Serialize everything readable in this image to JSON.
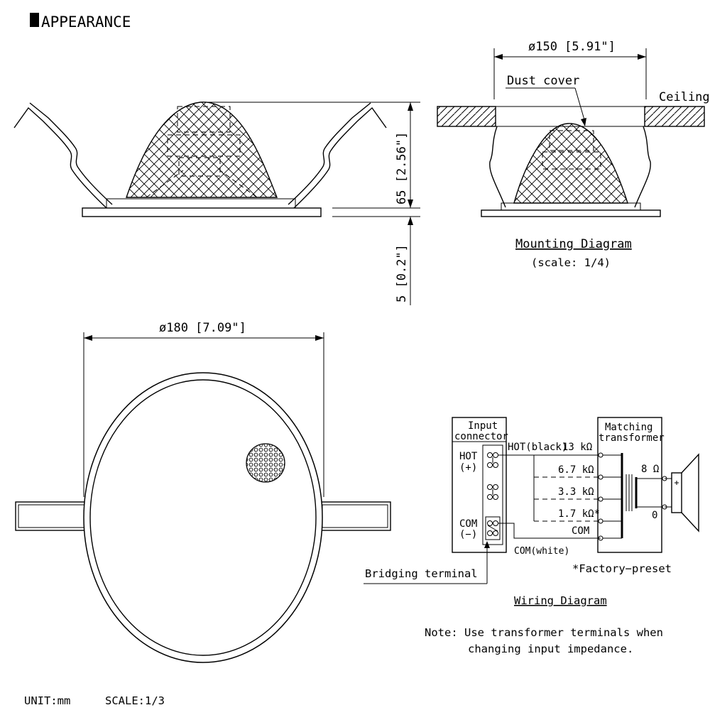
{
  "header": {
    "title": "APPEARANCE"
  },
  "side_view": {
    "height_label": "65 [2.56\"]",
    "flange_label": "5 [0.2\"]"
  },
  "mounting": {
    "width_label": "ø150 [5.91\"]",
    "dust_cover": "Dust cover",
    "ceiling": "Ceiling",
    "caption": "Mounting Diagram",
    "scale": "(scale: 1/4)"
  },
  "front_view": {
    "width_label": "ø180 [7.09\"]"
  },
  "wiring": {
    "input_connector_1": "Input",
    "input_connector_2": "connector",
    "transformer_1": "Matching",
    "transformer_2": "transformer",
    "hot": "HOT",
    "hot_sign": "(+)",
    "com": "COM",
    "com_sign": "(−)",
    "hot_black": "HOT(black)",
    "tap_13": "13 kΩ",
    "tap_67": "6.7 kΩ",
    "tap_33": "3.3 kΩ",
    "tap_17": "1.7 kΩ*",
    "com_tap": "COM",
    "com_white": "COM(white)",
    "out_8": "8 Ω",
    "out_0": "0",
    "factory": "*Factory−preset",
    "bridging": "Bridging terminal",
    "caption": "Wiring Diagram",
    "note_1": "Note: Use transformer terminals when",
    "note_2": "changing input impedance."
  },
  "footer": {
    "unit": "UNIT:mm",
    "scale": "SCALE:1/3"
  }
}
